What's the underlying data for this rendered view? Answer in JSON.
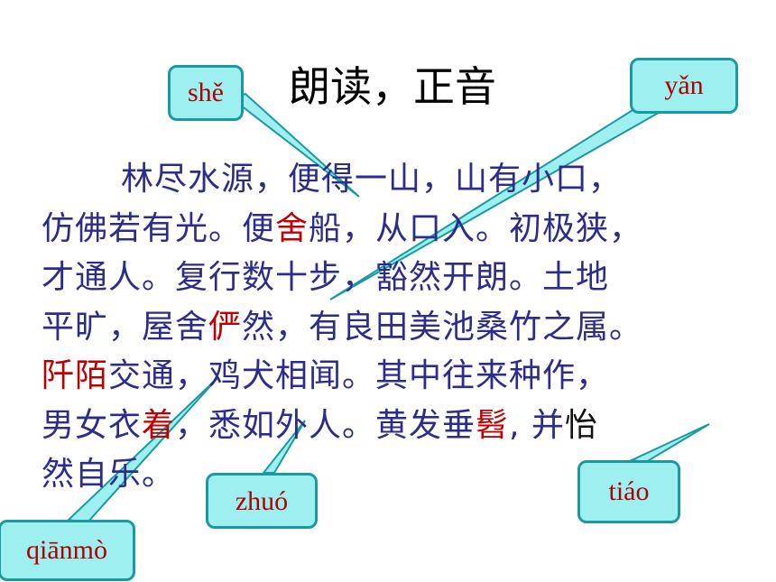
{
  "title": "朗读，正音",
  "passage": {
    "lines": [
      {
        "segments": [
          {
            "text": "林尽水源，便得一山，山有小口，",
            "style": "normal"
          }
        ]
      },
      {
        "segments": [
          {
            "text": "仿佛若有光。便",
            "style": "normal"
          },
          {
            "text": "舍",
            "style": "highlight"
          },
          {
            "text": "船，从口入。初极狭，",
            "style": "normal"
          }
        ]
      },
      {
        "segments": [
          {
            "text": "才通人。复行数十步，豁然开朗。土地",
            "style": "normal"
          }
        ]
      },
      {
        "segments": [
          {
            "text": "平旷，屋舍",
            "style": "normal"
          },
          {
            "text": "俨",
            "style": "highlight"
          },
          {
            "text": "然，有良田美池桑竹之属。",
            "style": "normal"
          }
        ]
      },
      {
        "segments": [
          {
            "text": "阡陌",
            "style": "highlight"
          },
          {
            "text": "交通，鸡犬相闻。其中往来种作，",
            "style": "normal"
          }
        ]
      },
      {
        "segments": [
          {
            "text": "男女衣",
            "style": "normal"
          },
          {
            "text": "着",
            "style": "highlight"
          },
          {
            "text": "，悉如外人。黄发垂",
            "style": "normal"
          },
          {
            "text": "髫",
            "style": "highlight"
          },
          {
            "text": ", 并",
            "style": "normal"
          },
          {
            "text": "怡",
            "style": "dark"
          }
        ]
      },
      {
        "segments": [
          {
            "text": "然自乐。",
            "style": "normal"
          }
        ]
      }
    ]
  },
  "callouts": [
    {
      "id": "she",
      "pinyin": "shě"
    },
    {
      "id": "yan",
      "pinyin": "yǎn"
    },
    {
      "id": "zhuo",
      "pinyin": "zhuó"
    },
    {
      "id": "tiao",
      "pinyin": "tiáo"
    },
    {
      "id": "qianmo",
      "pinyin": "qiānmò"
    }
  ],
  "colors": {
    "text": "#2c2c8c",
    "highlight": "#c00000",
    "bubble_fill": "#9ef0f0",
    "bubble_border": "#1a9aa0",
    "pinyin": "#b00000"
  }
}
